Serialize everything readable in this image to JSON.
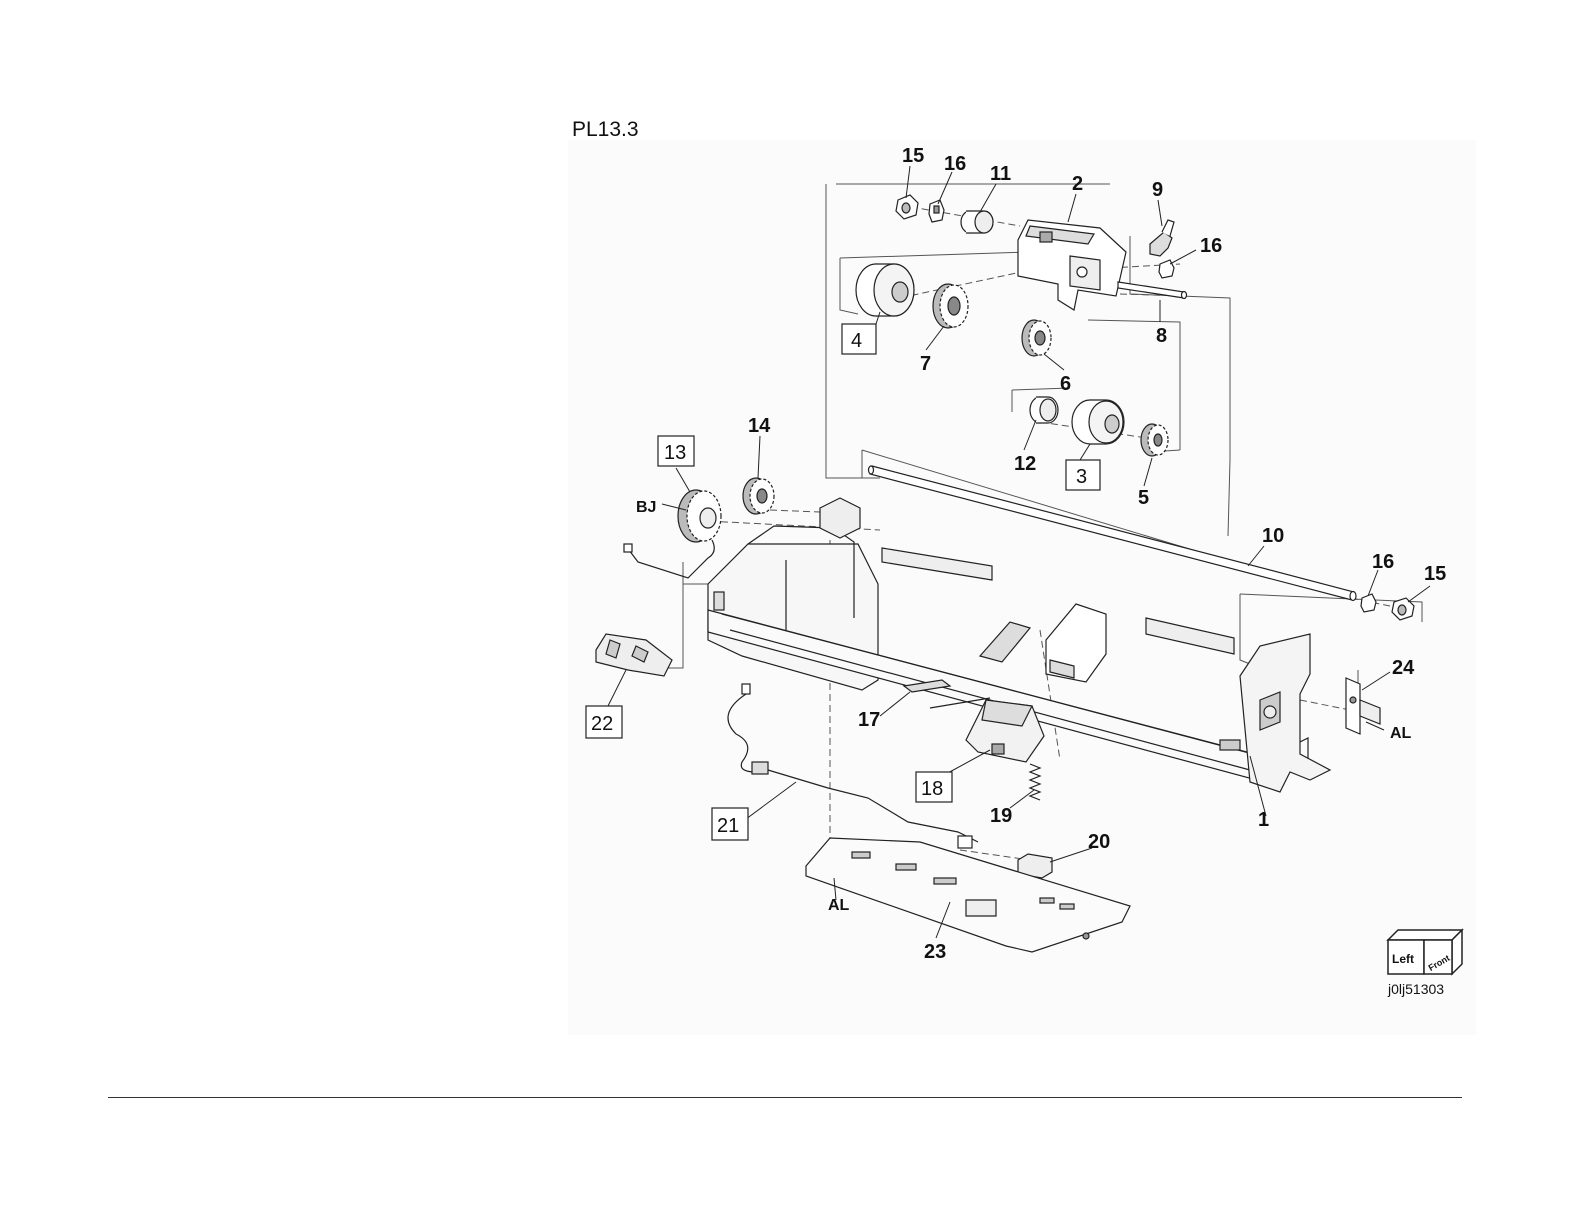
{
  "figure": {
    "plate_title": "PL13.3",
    "image_code": "j0lj51303",
    "orientation_cube": {
      "left": "Left",
      "front": "Front"
    },
    "callouts": [
      "15",
      "16",
      "11",
      "2",
      "9",
      "16",
      "8",
      "4",
      "7",
      "6",
      "12",
      "3",
      "5",
      "13",
      "14",
      "BJ",
      "10",
      "16",
      "15",
      "24",
      "AL",
      "22",
      "17",
      "18",
      "19",
      "1",
      "21",
      "20",
      "AL",
      "23"
    ],
    "boxed_callouts": [
      "4",
      "3",
      "13",
      "22",
      "18",
      "21"
    ]
  }
}
